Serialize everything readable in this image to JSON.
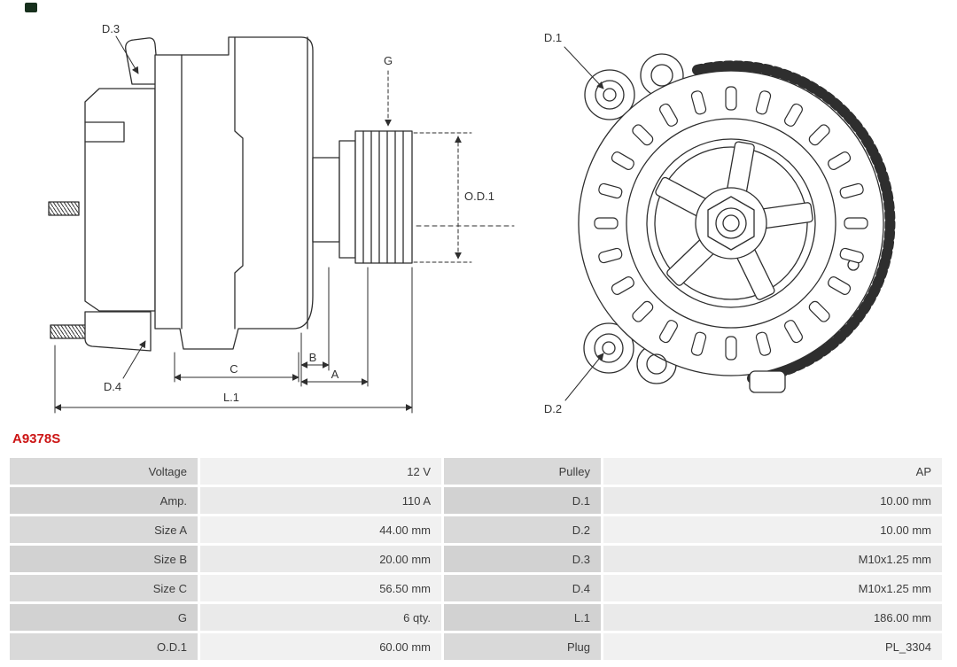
{
  "part_number": "A9378S",
  "colors": {
    "accent": "#cc1414",
    "line": "#2e2e2e",
    "label_cell": "#d9d9d9",
    "value_cell": "#f1f1f1"
  },
  "diagram": {
    "side_view": {
      "labels": {
        "d3": "D.3",
        "d4": "D.4",
        "g": "G",
        "od1": "O.D.1",
        "a": "A",
        "b": "B",
        "c": "C",
        "l1": "L.1"
      }
    },
    "front_view": {
      "labels": {
        "d1": "D.1",
        "d2": "D.2"
      }
    }
  },
  "spec_table": {
    "rows": [
      [
        "Voltage",
        "12 V",
        "Pulley",
        "AP"
      ],
      [
        "Amp.",
        "110 A",
        "D.1",
        "10.00 mm"
      ],
      [
        "Size A",
        "44.00 mm",
        "D.2",
        "10.00 mm"
      ],
      [
        "Size B",
        "20.00 mm",
        "D.3",
        "M10x1.25 mm"
      ],
      [
        "Size C",
        "56.50 mm",
        "D.4",
        "M10x1.25 mm"
      ],
      [
        "G",
        "6 qty.",
        "L.1",
        "186.00 mm"
      ],
      [
        "O.D.1",
        "60.00 mm",
        "Plug",
        "PL_3304"
      ]
    ]
  }
}
